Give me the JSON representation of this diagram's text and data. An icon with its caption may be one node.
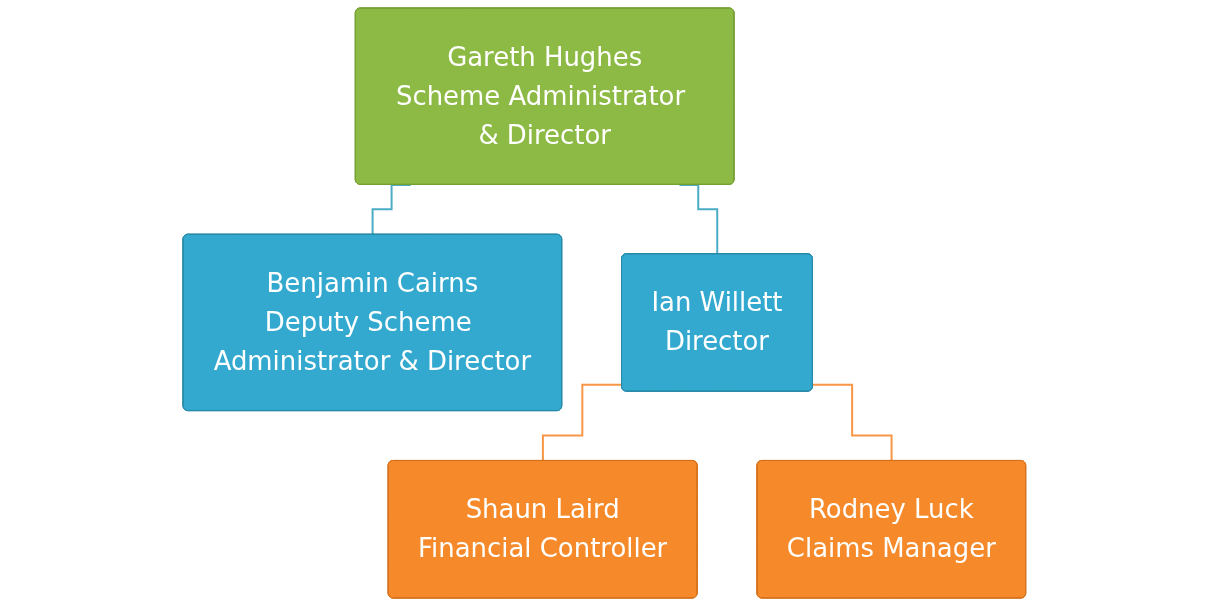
{
  "diagram": {
    "nodes": [
      {
        "text": [
          "Gareth Hughes",
          "Scheme Administrator & Director"
        ]
      },
      {
        "text": [
          "Benjamin Cairns",
          "Deputy Scheme Administrator & Director"
        ]
      },
      {
        "text": [
          "Ian Willett",
          "Director"
        ]
      },
      {
        "text": [
          "Shaun Laird",
          "Financial Controller"
        ]
      },
      {
        "text": [
          "Rodney Luck",
          "Claims Manager"
        ]
      }
    ],
    "edges": [
      {
        "from": 0,
        "to": 1,
        "arrow": "none",
        "color": "#4bacc6"
      },
      {
        "from": 0,
        "to": 2,
        "arrow": "none",
        "color": "#4bacc6"
      },
      {
        "from": 2,
        "to": 3,
        "arrow": "none",
        "color": "#f79646"
      },
      {
        "from": 2,
        "to": 4,
        "arrow": "none",
        "color": "#f79646"
      }
    ]
  }
}
